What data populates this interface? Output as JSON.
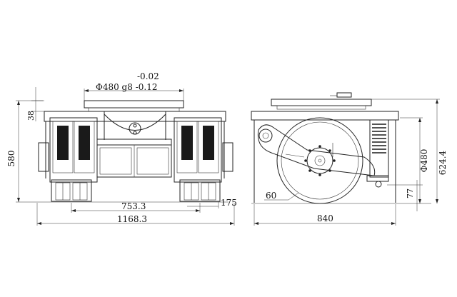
{
  "left_view": {
    "tolerance_upper": "-0.02",
    "bore_spec": "Φ480 g8 -0.12",
    "dim_height_total": "580",
    "dim_height_small": "38",
    "dim_inner_width": "753.3",
    "dim_overall_width": "1168.3",
    "dim_wheel_offset": "175"
  },
  "right_view": {
    "dim_wheel_diameter": "Φ480",
    "dim_total_height": "624.4",
    "dim_ground_clearance": "77",
    "dim_length": "840",
    "dim_angle": "60"
  }
}
